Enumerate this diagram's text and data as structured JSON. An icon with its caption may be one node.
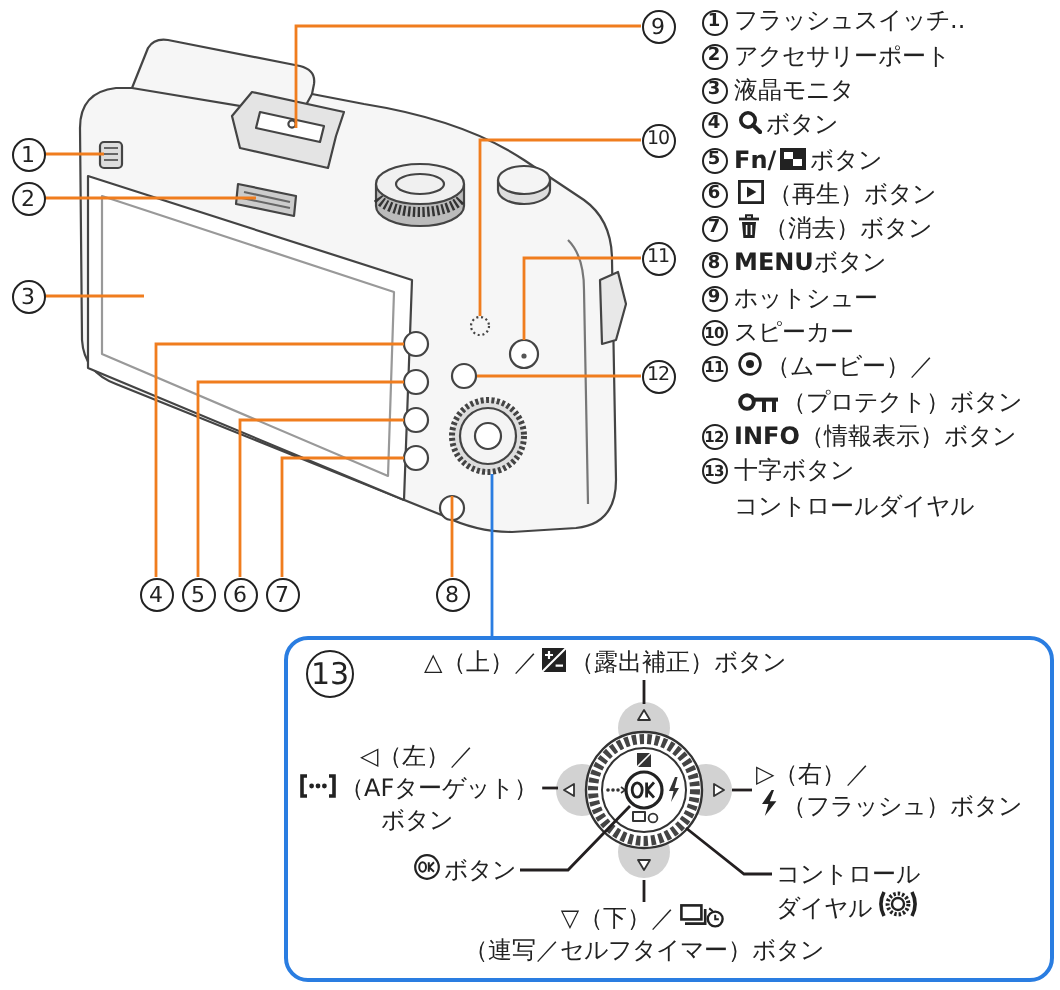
{
  "diagram": {
    "nodes": [
      {
        "text": [
          "1"
        ]
      },
      {
        "text": [
          "2"
        ]
      },
      {
        "text": [
          "3"
        ]
      },
      {
        "text": [
          "4"
        ]
      },
      {
        "text": [
          "5"
        ]
      },
      {
        "text": [
          "6"
        ]
      },
      {
        "text": [
          "7"
        ]
      },
      {
        "text": [
          "8"
        ]
      },
      {
        "text": [
          "9"
        ]
      },
      {
        "text": [
          "10"
        ]
      },
      {
        "text": [
          "11"
        ]
      },
      {
        "text": [
          "12"
        ]
      },
      {
        "text": [
          "13"
        ]
      },
      {
        "text": [
          "△（上）／（露出補正）ボタン"
        ],
        "in": 12
      },
      {
        "text": [
          "◁（左）／（AFターゲット）ボタン"
        ],
        "in": 12
      },
      {
        "text": [
          "▷（右）／（フラッシュ）ボタン"
        ],
        "in": 12
      },
      {
        "text": [
          "ボタン"
        ],
        "in": 12
      },
      {
        "text": [
          "コントロールダイヤル"
        ],
        "in": 12
      },
      {
        "text": [
          "▽（下）／（連写／セルフタイマー）ボタン"
        ],
        "in": 12
      }
    ],
    "edges": [
      {
        "from": 0,
        "to": null,
        "arrow": "none"
      },
      {
        "from": 1,
        "to": null,
        "arrow": "none"
      },
      {
        "from": 2,
        "to": null,
        "arrow": "none"
      },
      {
        "from": 3,
        "to": null,
        "arrow": "none"
      },
      {
        "from": 4,
        "to": null,
        "arrow": "none"
      },
      {
        "from": 5,
        "to": null,
        "arrow": "none"
      },
      {
        "from": 6,
        "to": null,
        "arrow": "none"
      },
      {
        "from": 7,
        "to": null,
        "arrow": "none"
      },
      {
        "from": 8,
        "to": null,
        "arrow": "none"
      },
      {
        "from": 9,
        "to": null,
        "arrow": "none"
      },
      {
        "from": 10,
        "to": null,
        "arrow": "none"
      },
      {
        "from": 11,
        "to": null,
        "arrow": "none"
      },
      {
        "from": 12,
        "to": null,
        "arrow": "none",
        "color": "#2a7de1"
      },
      {
        "from": 13,
        "to": null,
        "arrow": "none",
        "color": "#231f20"
      },
      {
        "from": 14,
        "to": null,
        "arrow": "none",
        "color": "#231f20"
      },
      {
        "from": 15,
        "to": null,
        "arrow": "none",
        "color": "#231f20"
      },
      {
        "from": 16,
        "to": null,
        "arrow": "none",
        "color": "#231f20"
      },
      {
        "from": 17,
        "to": null,
        "arrow": "none",
        "color": "#231f20"
      },
      {
        "from": 18,
        "to": null,
        "arrow": "none",
        "color": "#231f20"
      }
    ],
    "labels": [
      "1",
      "フラッシュスイッチ..",
      "2",
      "アクセサリーポート",
      "3",
      "液晶モニタ",
      "4",
      "ボタン",
      "5",
      "**Fn/**ボタン",
      "6",
      "（再生）ボタン",
      "7",
      "（消去）ボタン",
      "8",
      "**MENU**ボタン",
      "9",
      "ホットシュー",
      "10",
      "スピーカー",
      "11",
      "（ムービー）／（プロテクト）ボタン",
      "12",
      "**INFO**（情報表示）ボタン",
      "13",
      "十字ボタン",
      "コントロールダイヤル"
    ]
  }
}
